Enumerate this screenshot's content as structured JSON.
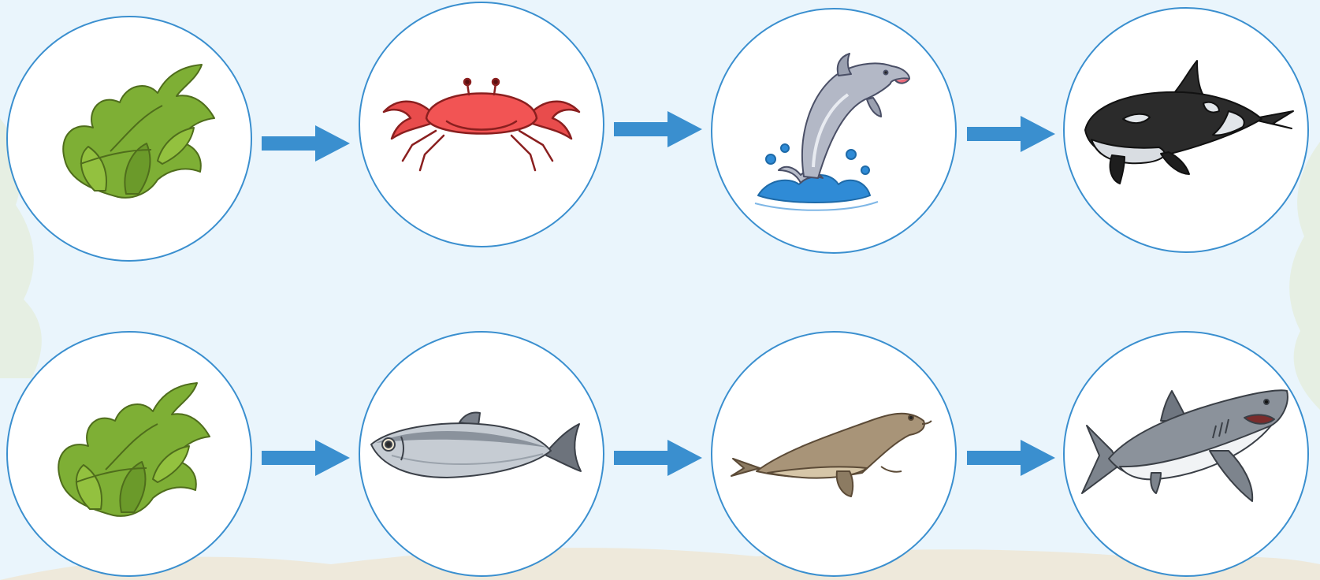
{
  "colors": {
    "background": "#eaf5fc",
    "circle_border": "#3a8fcf",
    "arrow": "#3a8fcf"
  },
  "food_chains": [
    {
      "nodes": [
        {
          "organism": "seaweed",
          "icon": "seaweed-icon"
        },
        {
          "organism": "crab",
          "icon": "crab-icon"
        },
        {
          "organism": "dolphin",
          "icon": "dolphin-icon"
        },
        {
          "organism": "orca",
          "icon": "orca-icon"
        }
      ]
    },
    {
      "nodes": [
        {
          "organism": "seaweed",
          "icon": "seaweed-icon"
        },
        {
          "organism": "fish",
          "icon": "herring-icon"
        },
        {
          "organism": "seal",
          "icon": "seal-icon"
        },
        {
          "organism": "shark",
          "icon": "shark-icon"
        }
      ]
    }
  ]
}
